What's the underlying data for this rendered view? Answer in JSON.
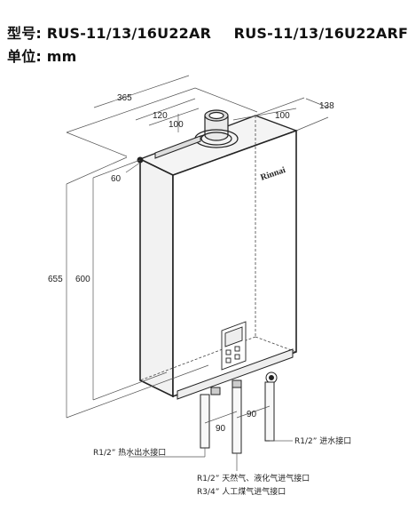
{
  "header": {
    "model_label": "型号:",
    "model_a": "RUS-11/13/16U22AR",
    "model_b": "RUS-11/13/16U22ARF",
    "unit_label": "单位:",
    "unit_value": "mm"
  },
  "brand": "Rinnai",
  "dimensions": {
    "width": "365",
    "depth": "138",
    "flue_offset": "120",
    "flue_size_left": "100",
    "flue_size_right": "100",
    "bracket_offset": "60",
    "height_total": "655",
    "height_body": "600",
    "pipe_spacing_left": "90",
    "pipe_spacing_right": "90"
  },
  "labels": {
    "hot_water_outlet": "R1/2”  热水出水接口",
    "cold_water_inlet": "R1/2”  进水接口",
    "gas_natural_lpg": "R1/2”  天然气、液化气进气接口",
    "gas_town": "R3/4”  人工煤气进气接口"
  }
}
